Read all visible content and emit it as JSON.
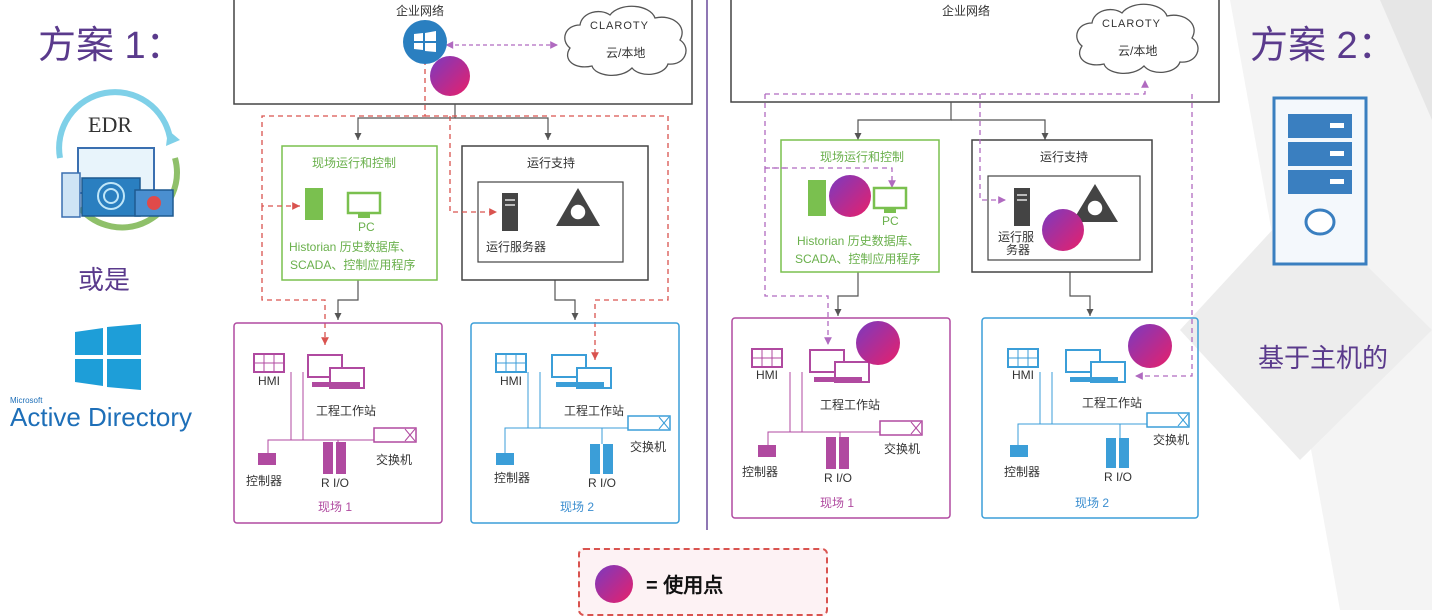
{
  "left_panel": {
    "title": "方案 1：",
    "edr_label": "EDR",
    "or_label": "或是",
    "ad_microsoft": "Microsoft",
    "ad_label": "Active Directory"
  },
  "right_panel": {
    "title": "方案 2：",
    "host_label": "基于主机的"
  },
  "diagram1": {
    "enterprise": "企业网络",
    "cloud_brand": "CLAROTY",
    "cloud_label": "云/本地",
    "ops_control": "现场运行和控制",
    "pc": "PC",
    "historian": "Historian 历史数据库、",
    "scada": "SCADA、控制应用程序",
    "ops_support": "运行支持",
    "ops_server": "运行服务器",
    "hmi_a": "HMI",
    "eng_ws_a": "工程工作站",
    "controller_a": "控制器",
    "rio_a": "R I/O",
    "switch_a": "交换机",
    "site_a": "现场 1",
    "hmi_b": "HMI",
    "eng_ws_b": "工程工作站",
    "controller_b": "控制器",
    "rio_b": "R I/O",
    "switch_b": "交换机",
    "site_b": "现场 2"
  },
  "diagram2": {
    "enterprise": "企业网络",
    "cloud_brand": "CLAROTY",
    "cloud_label": "云/本地",
    "ops_control": "现场运行和控制",
    "pc": "PC",
    "historian": "Historian 历史数据库、",
    "scada": "SCADA、控制应用程序",
    "ops_support": "运行支持",
    "ops_server_1": "运行服",
    "ops_server_2": "务器",
    "hmi_a": "HMI",
    "eng_ws_a": "工程工作站",
    "controller_a": "控制器",
    "rio_a": "R I/O",
    "switch_a": "交换机",
    "site_a": "现场 1",
    "hmi_b": "HMI",
    "eng_ws_b": "工程工作站",
    "controller_b": "控制器",
    "rio_b": "R I/O",
    "switch_b": "交换机",
    "site_b": "现场 2"
  },
  "legend": {
    "label": "= 使用点"
  },
  "colors": {
    "title_purple": "#5a3a8c",
    "dashed_red": "#d9534f",
    "dashed_purple": "#b06ac0",
    "green_box": "#7ac04f",
    "site1_border": "#b04aa0",
    "site2_border": "#3b9ed8",
    "ad_blue": "#1e6fb8",
    "server_blue": "#3a7fc0"
  }
}
